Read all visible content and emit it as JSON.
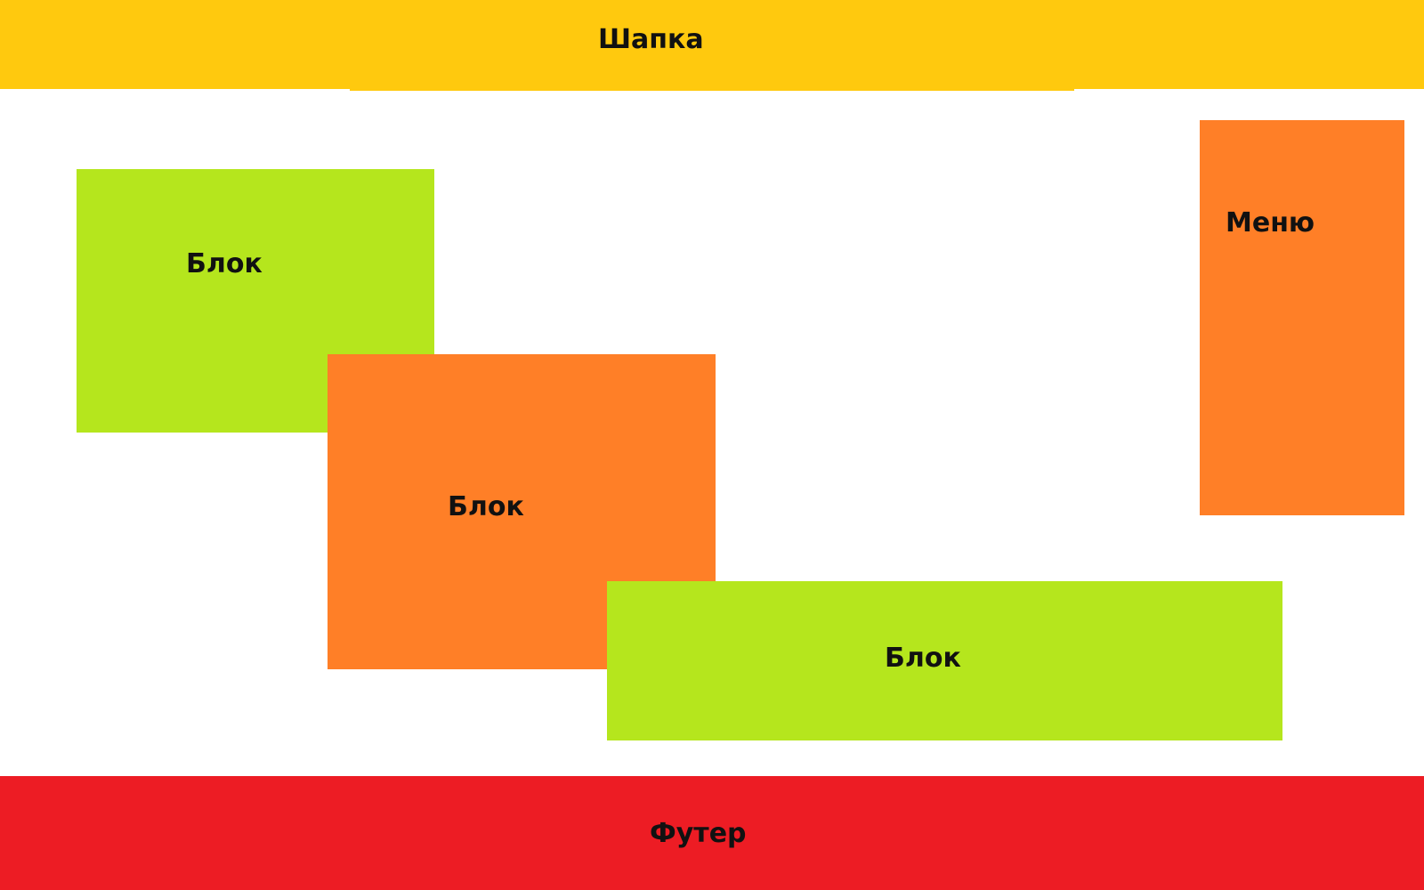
{
  "colors": {
    "header": "#FFC90E",
    "lime": "#B5E61D",
    "orange": "#FF7F27",
    "footer": "#ED1C24"
  },
  "header": {
    "label": "Шапка"
  },
  "blocks": [
    {
      "label": "Блок",
      "color": "lime"
    },
    {
      "label": "Блок",
      "color": "orange"
    },
    {
      "label": "Блок",
      "color": "lime"
    }
  ],
  "menu": {
    "label": "Меню"
  },
  "footer": {
    "label": "Футер"
  }
}
